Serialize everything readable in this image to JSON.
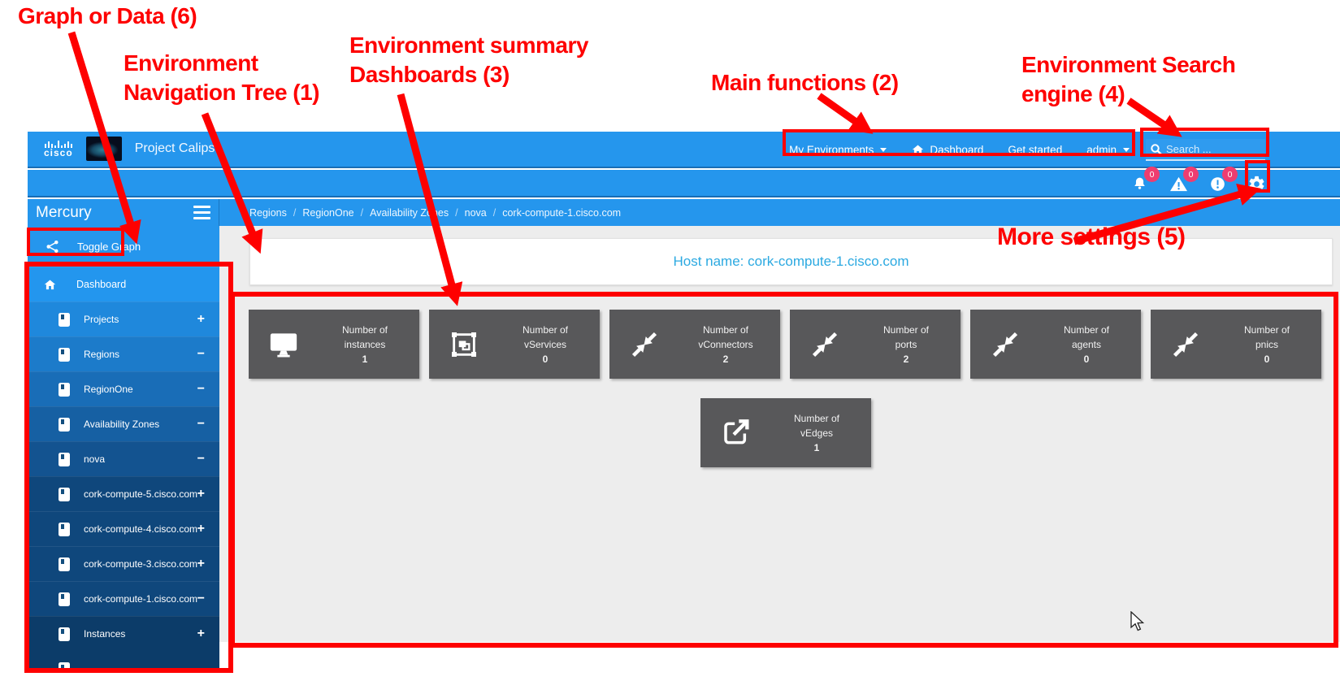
{
  "annotations": {
    "graph_or_data": "Graph or Data (6)",
    "nav_tree": "Environment\nNavigation Tree (1)",
    "summary_dashboards": "Environment summary\nDashboards (3)",
    "main_functions": "Main functions (2)",
    "search_engine": "Environment Search\nengine (4)",
    "more_settings": "More settings (5)"
  },
  "header": {
    "brand": "cisco",
    "app_title": "Project Calipso",
    "nav": {
      "my_environments": "My Environments",
      "dashboard": "Dashboard",
      "get_started": "Get started",
      "admin": "admin"
    },
    "search_placeholder": "Search ..."
  },
  "notifications": {
    "bell_count": "0",
    "warning_count": "0",
    "error_count": "0"
  },
  "sidebar": {
    "title": "Mercury",
    "toggle_graph_label": "Toggle Graph",
    "tree": [
      {
        "label": "Dashboard",
        "icon": "home-icon",
        "level": 0,
        "expander": ""
      },
      {
        "label": "Projects",
        "icon": "doc-icon",
        "level": 1,
        "expander": "+"
      },
      {
        "label": "Regions",
        "icon": "doc-icon",
        "level": 2,
        "expander": "−"
      },
      {
        "label": "RegionOne",
        "icon": "doc-icon",
        "level": 3,
        "expander": "−"
      },
      {
        "label": "Availability Zones",
        "icon": "doc-icon",
        "level": 4,
        "expander": "−"
      },
      {
        "label": "nova",
        "icon": "doc-icon",
        "level": 5,
        "expander": "−"
      },
      {
        "label": "cork-compute-5.cisco.com",
        "icon": "doc-icon",
        "level": 6,
        "expander": "+"
      },
      {
        "label": "cork-compute-4.cisco.com",
        "icon": "doc-icon",
        "level": 6,
        "expander": "+"
      },
      {
        "label": "cork-compute-3.cisco.com",
        "icon": "doc-icon",
        "level": 6,
        "expander": "+"
      },
      {
        "label": "cork-compute-1.cisco.com",
        "icon": "doc-icon",
        "level": 6,
        "expander": "−"
      },
      {
        "label": "Instances",
        "icon": "doc-icon",
        "level": 7,
        "expander": "+"
      }
    ]
  },
  "breadcrumb": {
    "separator": "/",
    "items": [
      "Regions",
      "RegionOne",
      "Availability Zones",
      "nova",
      "cork-compute-1.cisco.com"
    ]
  },
  "main": {
    "host_title": "Host name: cork-compute-1.cisco.com",
    "tiles": [
      {
        "icon": "monitor-icon",
        "line1": "Number of",
        "line2": "instances",
        "value": "1"
      },
      {
        "icon": "vservice-icon",
        "line1": "Number of",
        "line2": "vServices",
        "value": "0"
      },
      {
        "icon": "compress-arrows-icon",
        "line1": "Number of",
        "line2": "vConnectors",
        "value": "2"
      },
      {
        "icon": "compress-arrows-icon",
        "line1": "Number of",
        "line2": "ports",
        "value": "2"
      },
      {
        "icon": "compress-arrows-icon",
        "line1": "Number of",
        "line2": "agents",
        "value": "0"
      },
      {
        "icon": "compress-arrows-icon",
        "line1": "Number of",
        "line2": "pnics",
        "value": "0"
      }
    ],
    "tiles_row2": [
      {
        "icon": "external-link-icon",
        "line1": "Number of",
        "line2": "vEdges",
        "value": "1"
      }
    ]
  },
  "colors": {
    "header_blue": "#2596ed",
    "annotation_red": "#fe0000",
    "badge_pink": "#ee3d70",
    "tile_gray": "#58585a",
    "host_text_blue": "#2ba9e1",
    "main_bg": "#ededed",
    "tree_level_colors": [
      "#2396ee",
      "#1f88dc",
      "#1c7bca",
      "#196db7",
      "#1660a3",
      "#135390",
      "#0f477c",
      "#0c3c69"
    ]
  }
}
